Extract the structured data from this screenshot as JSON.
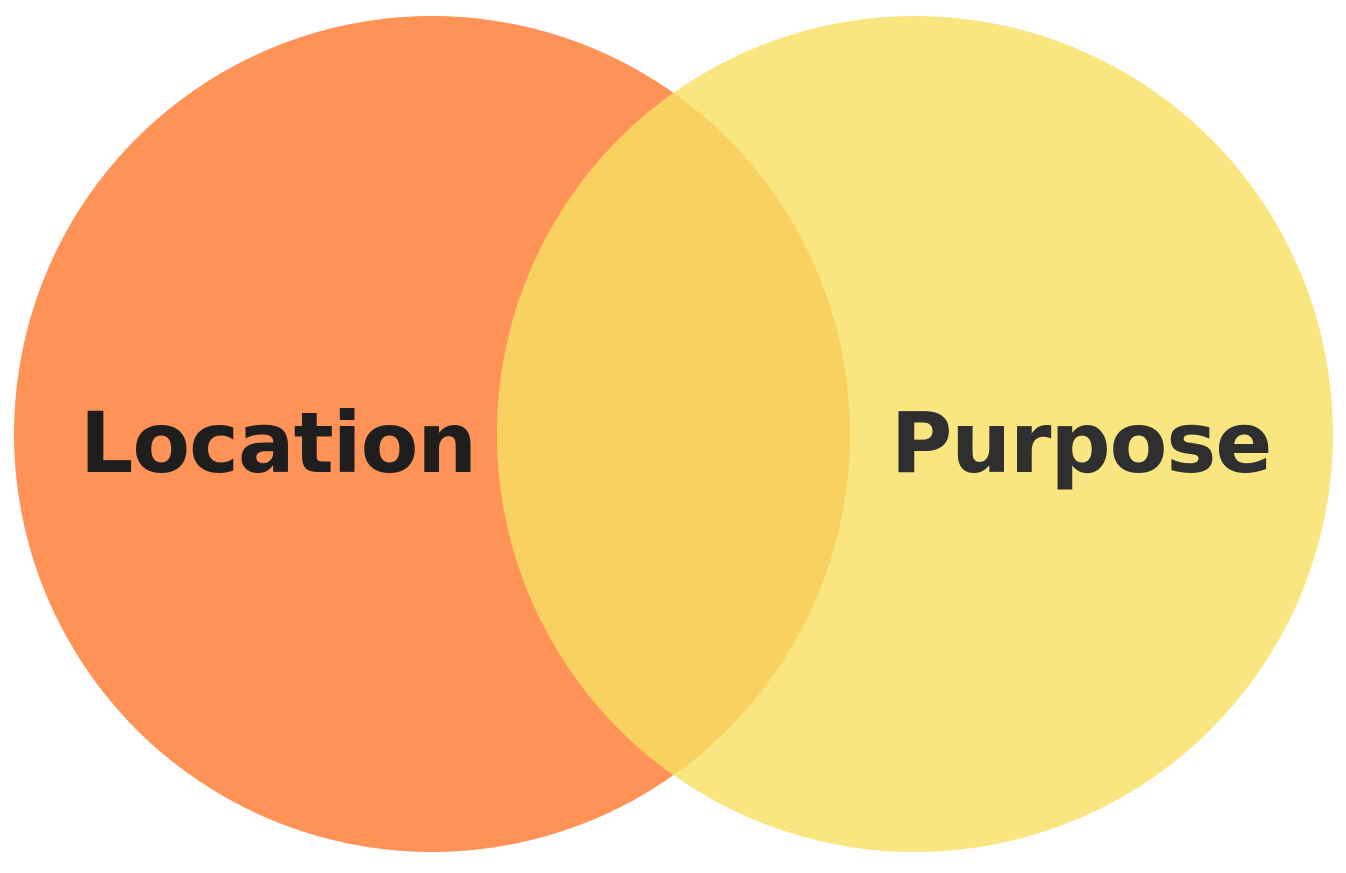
{
  "diagram": {
    "type": "venn",
    "sets": [
      {
        "label": "Location",
        "color": "#FF9357",
        "text_color": "#1E1E1E"
      },
      {
        "label": "Purpose",
        "color": "#FAE680",
        "text_color": "#2F2F2F"
      }
    ],
    "intersection": {
      "color": "#F9D160"
    }
  }
}
